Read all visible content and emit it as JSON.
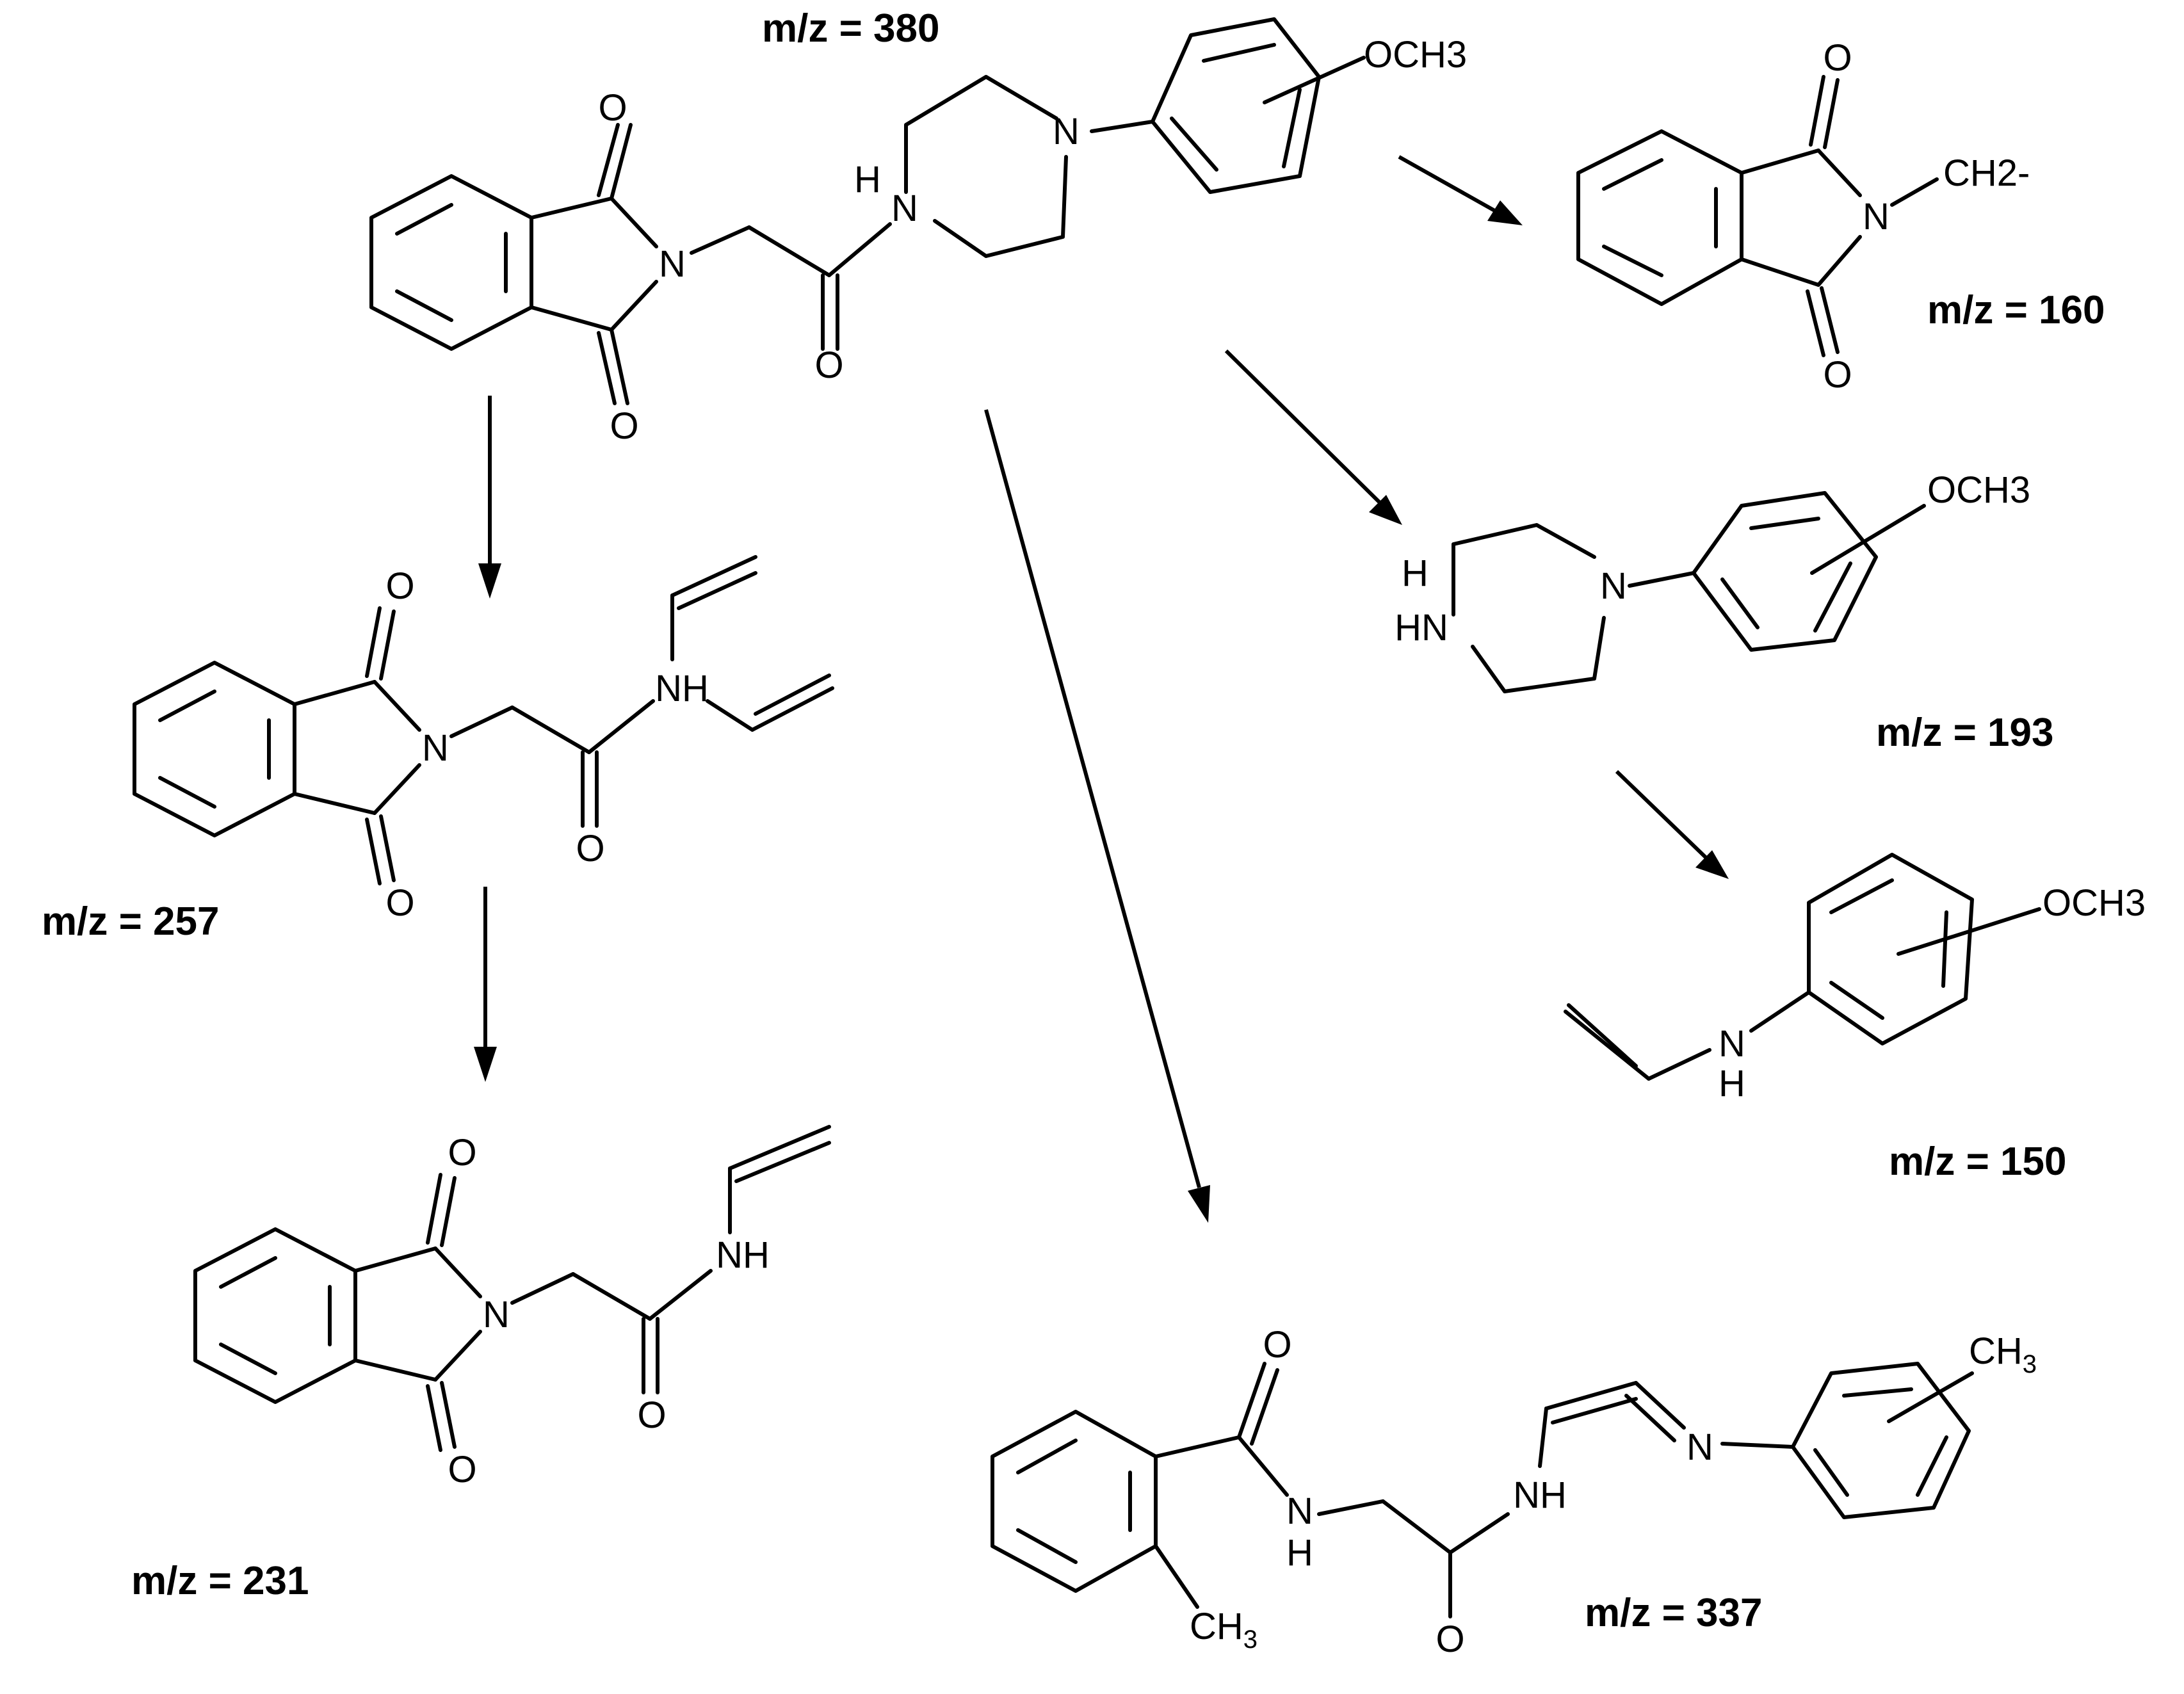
{
  "labels": {
    "parent_mz": "m/z = 380",
    "frag160_mz": "m/z = 160",
    "frag193_mz": "m/z = 193",
    "frag150_mz": "m/z = 150",
    "frag257_mz": "m/z = 257",
    "frag231_mz": "m/z = 231",
    "frag337_mz": "m/z = 337"
  },
  "atoms": {
    "O": "O",
    "N": "N",
    "H": "H",
    "NH": "NH",
    "HN": "HN",
    "OCH3": "OCH3",
    "CH2": "CH2-",
    "CH": "CH",
    "sub3": "3"
  }
}
